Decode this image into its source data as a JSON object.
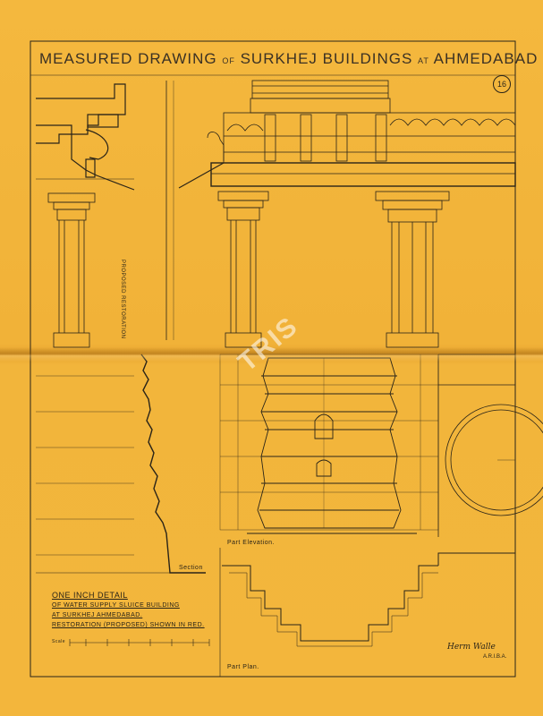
{
  "sheet": {
    "title_main": "MEASURED DRAWING",
    "title_of": "OF",
    "title_subject": "SURKHEJ BUILDINGS",
    "title_at": "AT",
    "title_place": "AHMEDABAD",
    "sheet_number": "16"
  },
  "labels": {
    "section": "Section",
    "part_elevation": "Part Elevation.",
    "part_plan": "Part Plan.",
    "proposed_restoration": "PROPOSED RESTORATION"
  },
  "caption": {
    "line1": "ONE INCH DETAIL",
    "line2": "OF WATER SUPPLY SLUICE BUILDING",
    "line3": "AT SURKHEJ AHMEDABAD.",
    "line4": "RESTORATION (PROPOSED) SHOWN IN RED.",
    "scale_label": "Scale"
  },
  "signature": {
    "name": "Herm Walle",
    "credentials": "A.R.I.B.A."
  },
  "watermark": "TRIS",
  "colors": {
    "paper": "#f2b43a",
    "ink": "#2a2418"
  }
}
